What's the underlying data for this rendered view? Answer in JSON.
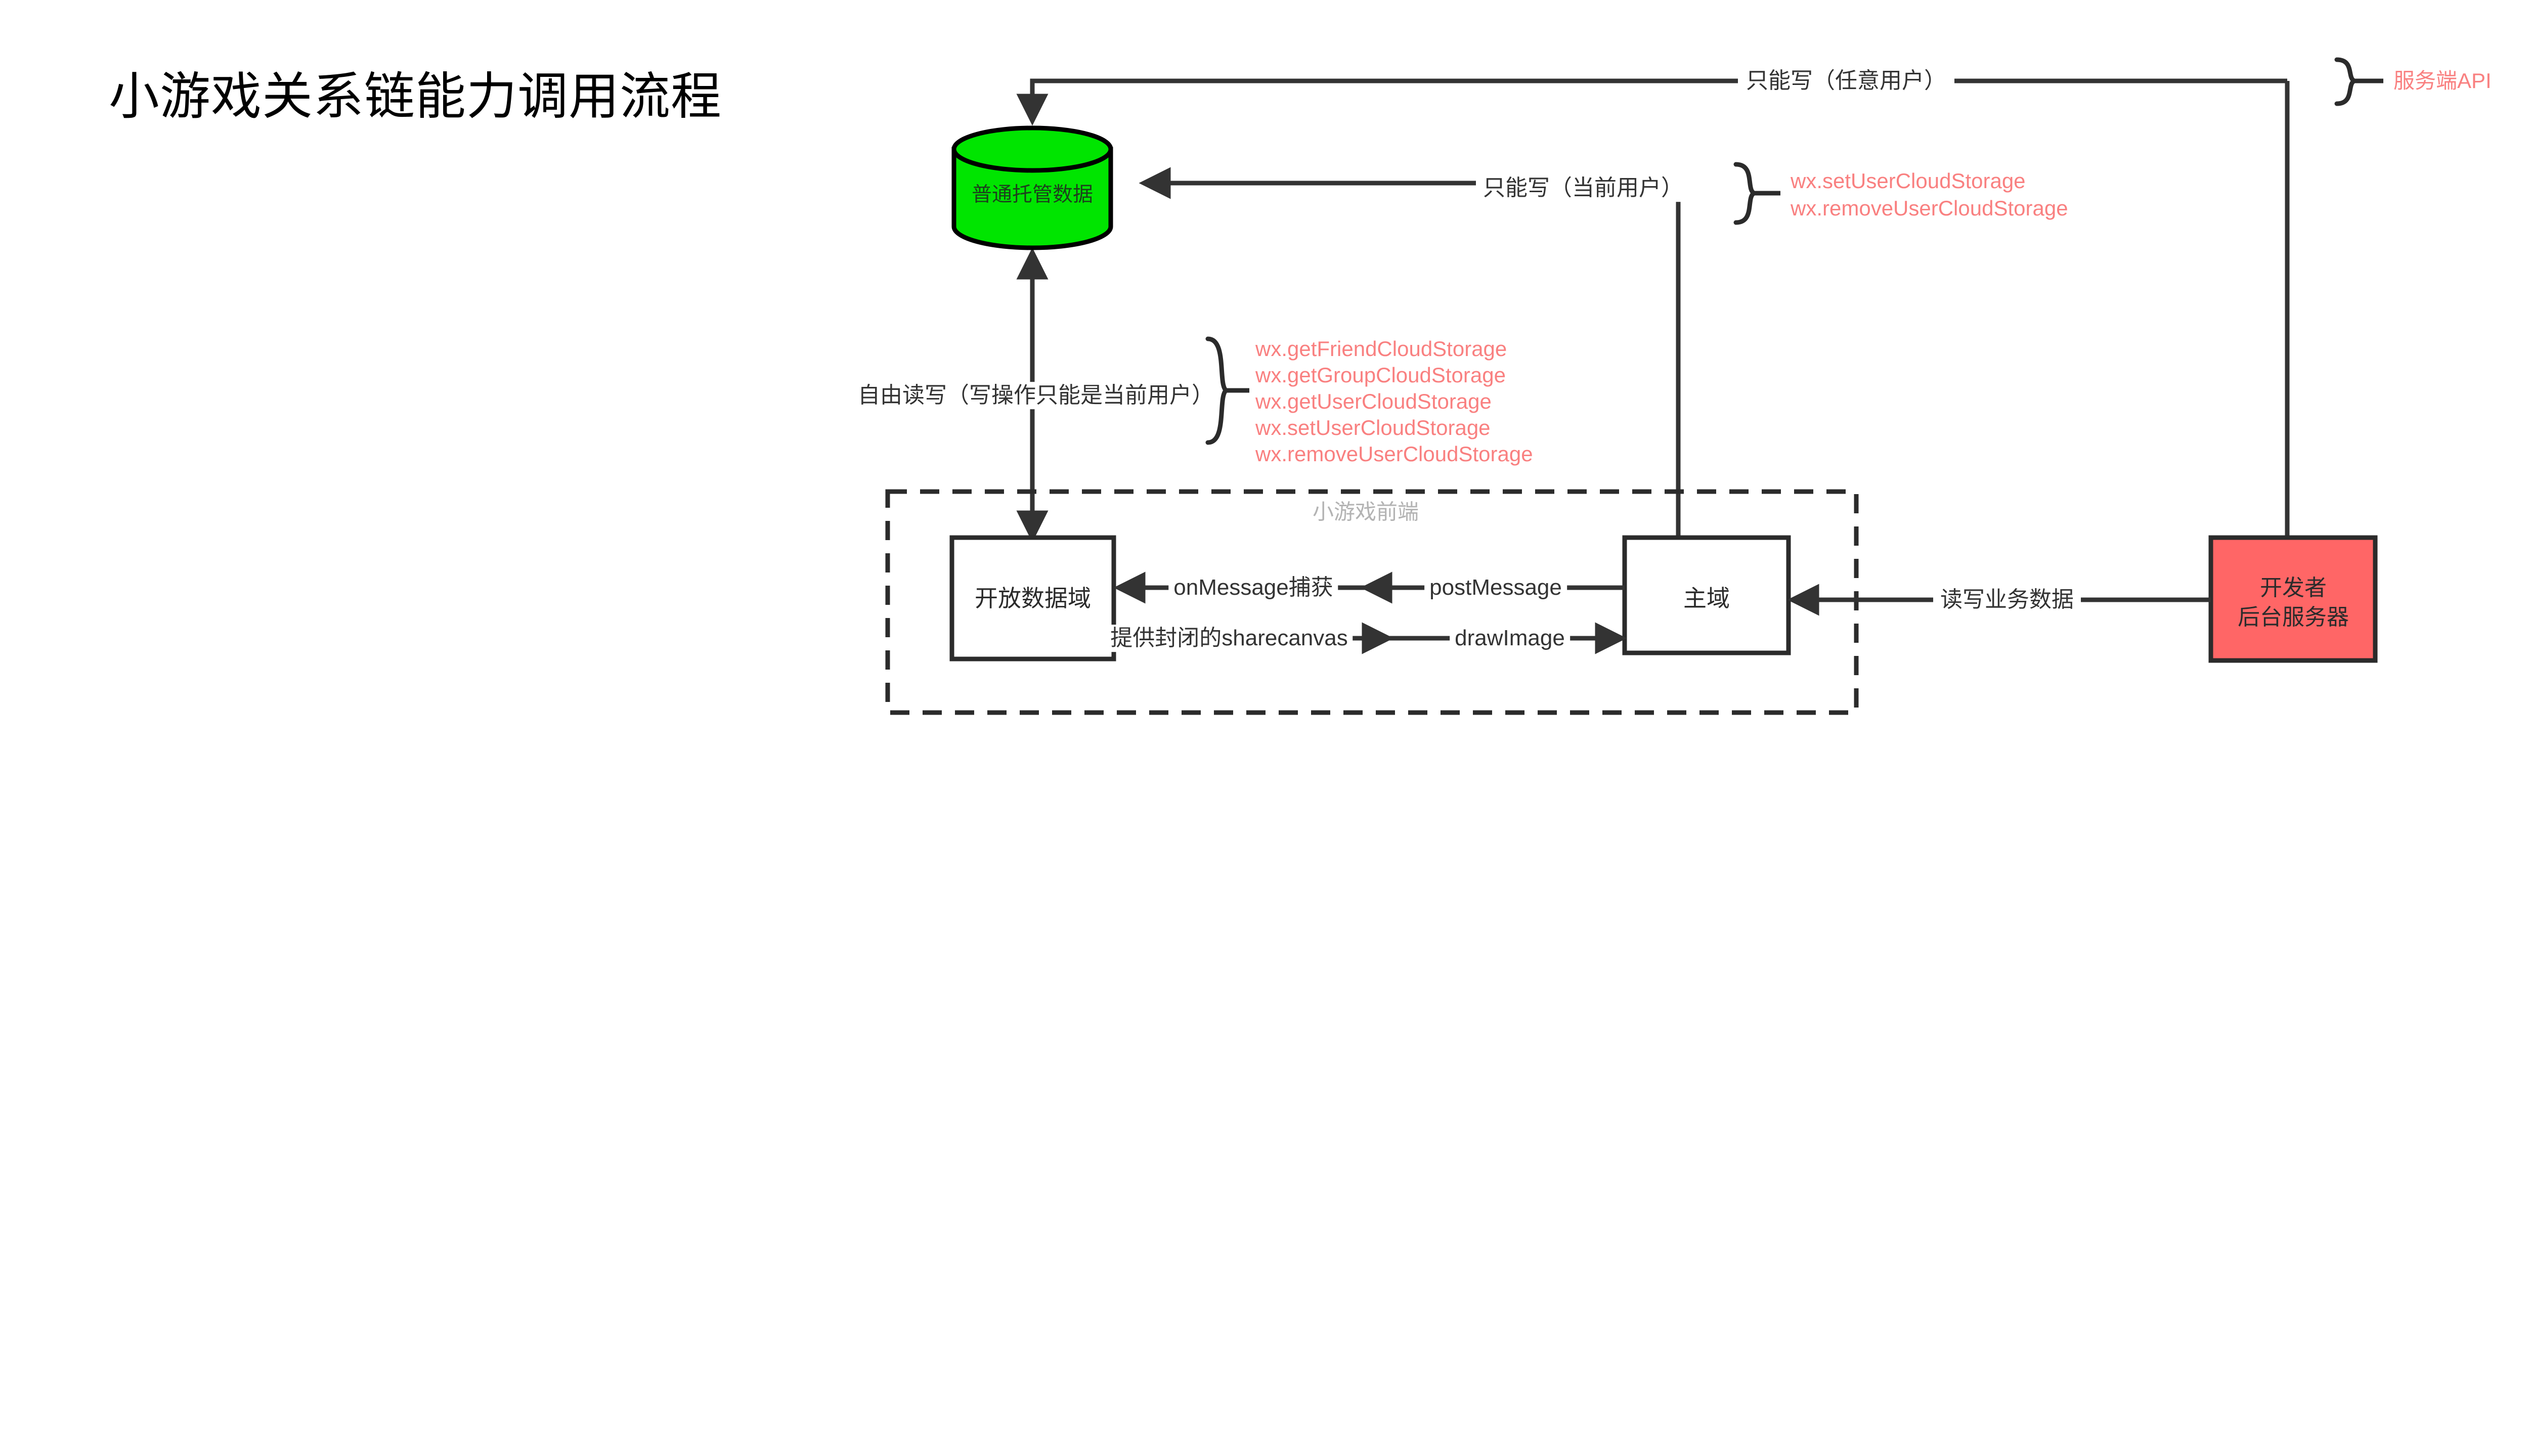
{
  "page": {
    "title": "小游戏关系链能力调用流程",
    "background_color": "#ffffff"
  },
  "colors": {
    "api_text": "#f98080",
    "line": "#333333",
    "db_fill": "#00e500",
    "db_stroke": "#000000",
    "server_fill": "#ff6666",
    "server_stroke": "#2b2b2b",
    "node_stroke": "#2b2b2b",
    "node_fill": "#ffffff",
    "faint_text": "#b3b3b3"
  },
  "nodes": {
    "cloud_storage": {
      "label": "普通托管数据",
      "shape": "cylinder"
    },
    "open_data_context": {
      "label": "开放数据域",
      "shape": "rect"
    },
    "main_context": {
      "label": "主域",
      "shape": "rect"
    },
    "developer_server": {
      "line1": "开发者",
      "line2": "后台服务器",
      "shape": "rect"
    },
    "frontend_container": {
      "label": "小游戏前端",
      "shape": "dashed-rect"
    }
  },
  "edges": {
    "server_write_any_user": "只能写（任意用户）",
    "write_current_user_only": "只能写（当前用户）",
    "free_read_write": "自由读写（写操作只能是当前用户）",
    "on_message": "onMessage捕获",
    "post_message": "postMessage",
    "share_canvas": "提供封闭的sharecanvas",
    "draw_image": "drawImage",
    "business_data": "读写业务数据"
  },
  "annotations": {
    "server_api_brace": {
      "label": "服务端API"
    },
    "user_cloud_storage_brace": {
      "items": [
        "wx.setUserCloudStorage",
        "wx.removeUserCloudStorage"
      ]
    },
    "friend_cloud_storage_brace": {
      "items": [
        "wx.getFriendCloudStorage",
        "wx.getGroupCloudStorage",
        "wx.getUserCloudStorage",
        "wx.setUserCloudStorage",
        "wx.removeUserCloudStorage"
      ]
    }
  }
}
